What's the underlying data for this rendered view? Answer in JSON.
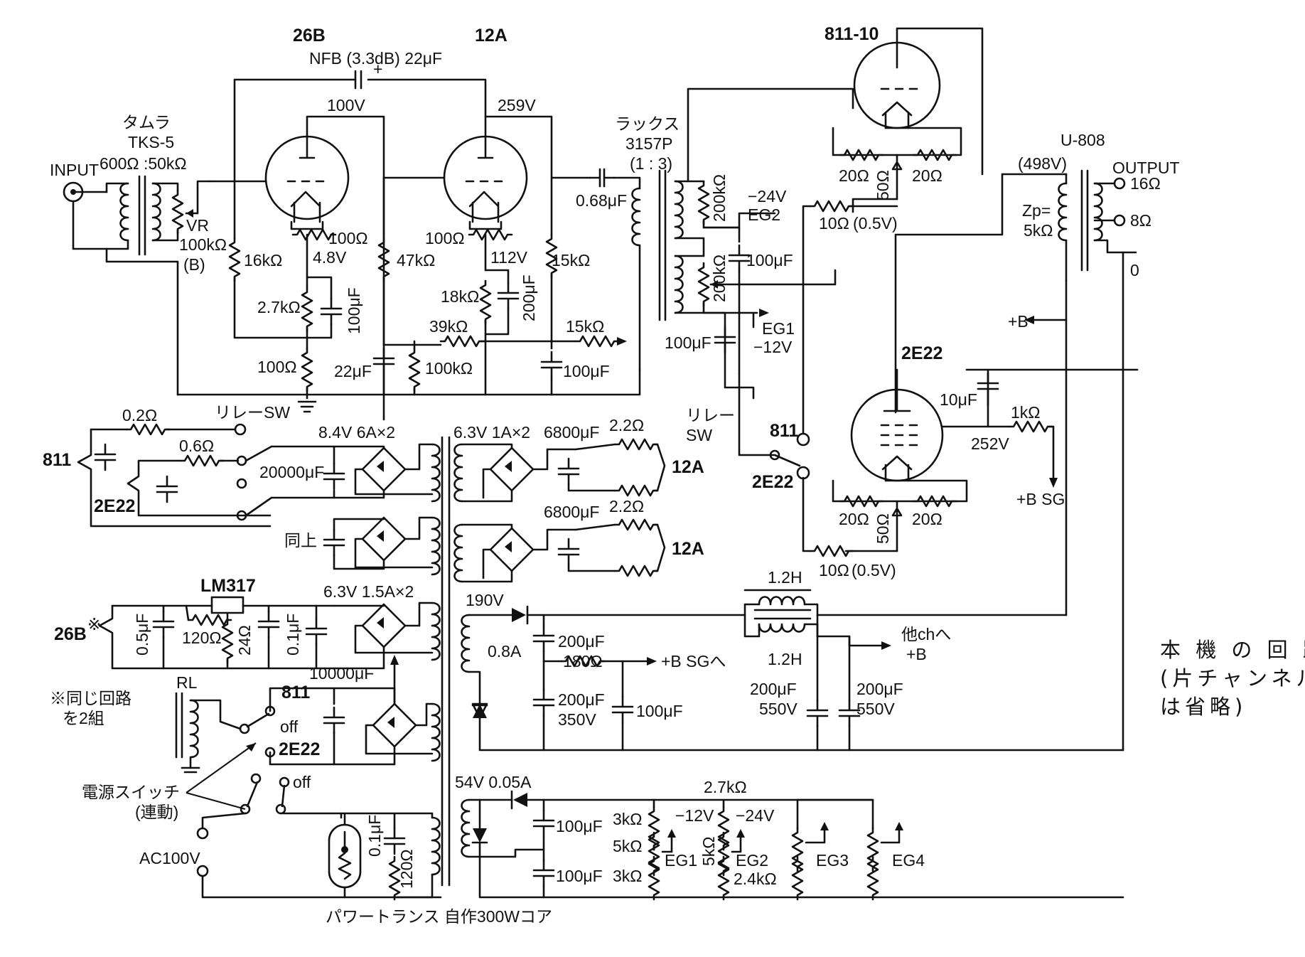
{
  "tubes": {
    "v1": "26B",
    "v2": "12A",
    "v3": "811-10",
    "v4": "2E22"
  },
  "transformers": {
    "input_maker": "タムラ",
    "input_model": "TKS-5",
    "input_ratio": "600Ω :50kΩ",
    "interstage_maker": "ラックス",
    "interstage_model": "3157P",
    "interstage_ratio": "(1 : 3)",
    "output_model": "U-808",
    "output_voltage": "(498V)",
    "output_zp": "Zp=",
    "output_zp_value": "5kΩ",
    "power": "パワートランス 自作300Wコア"
  },
  "io": {
    "input": "INPUT",
    "output": "OUTPUT",
    "tap16": "16Ω",
    "tap8": "8Ω",
    "tap0": "0",
    "ac": "AC100V",
    "power_switch": "電源スイッチ",
    "power_switch_sub": "(連動)",
    "off1": "off",
    "off2": "off",
    "relay_sw1": "リレーSW",
    "relay_sw2_a": "リレー",
    "relay_sw2_b": "SW",
    "rl": "RL"
  },
  "amp_labels": {
    "nfb": "NFB (3.3dB) 22μF",
    "v100": "100V",
    "v259": "259V",
    "vr": "VR",
    "vr_val": "100kΩ",
    "vr_b": "(B)",
    "r16k": "16kΩ",
    "r100_k1": "100Ω",
    "v48": "4.8V",
    "r27k": "2.7kΩ",
    "c100u_1": "100μF",
    "r100_gnd": "100Ω",
    "r47k": "47kΩ",
    "c22u": "22μF",
    "r100k": "100kΩ",
    "r39k": "39kΩ",
    "r100_k2": "100Ω",
    "v112": "112V",
    "r18k": "18kΩ",
    "c200u": "200μF",
    "r15k_plate": "15kΩ",
    "r15k": "15kΩ",
    "c100u_2": "100μF",
    "c068": "0.68μF",
    "r200k_1": "200kΩ",
    "r200k_2": "200kΩ",
    "m24": "−24V",
    "eg2": "EG2",
    "c100u_3": "100μF",
    "eg1": "EG1",
    "m12": "−12V",
    "c100u_4": "100μF",
    "r20_a": "20Ω",
    "r20_b": "20Ω",
    "r50_a": "50Ω",
    "r10_a": "10Ω",
    "v05_a": "(0.5V)",
    "plusb": "+B",
    "c10u": "10μF",
    "r1k": "1kΩ",
    "v252": "252V",
    "bsg": "+B SG",
    "sel811": "811",
    "sel2e22": "2E22",
    "r20_c": "20Ω",
    "r20_d": "20Ω",
    "r50_b": "50Ω",
    "r10_b": "10Ω",
    "v05_b": "(0.5V)"
  },
  "psu_labels": {
    "r02": "0.2Ω",
    "r06": "0.6Ω",
    "t811": "811",
    "t2e22": "2E22",
    "v84": "8.4V 6A×2",
    "c20000": "20000μF",
    "same": "同上",
    "v63a": "6.3V 1A×2",
    "c6800a": "6800μF",
    "r22a": "2.2Ω",
    "o12a_1": "12A",
    "c6800b": "6800μF",
    "r22b": "2.2Ω",
    "o12a_2": "12A",
    "lm317": "LM317",
    "o26b": "26B",
    "note_mark": "※",
    "c05": "0.5μF",
    "r120": "120Ω",
    "r24": "24Ω",
    "c01": "0.1μF",
    "v63b": "6.3V 1.5A×2",
    "c10000": "10000μF",
    "note_a": "※同じ回路",
    "note_b": "を2組",
    "relay_811": "811",
    "relay_2e22": "2E22",
    "v190": "190V",
    "a08": "0.8A",
    "c200_a": "200μF",
    "r180": "180Ω",
    "bsg_to": "+B SGへ",
    "c200_b": "200μF",
    "v350": "350V",
    "c100_p": "100μF",
    "ch1": "1.2H",
    "ch2": "1.2H",
    "other_ch": "他chへ",
    "other_b": "+B",
    "c200_c": "200μF",
    "v550_a": "550V",
    "c200_d": "200μF",
    "v550_b": "550V",
    "v54": "54V 0.05A",
    "c100_q": "100μF",
    "c100_r": "100μF",
    "r27k_bias": "2.7kΩ",
    "r3k_a": "3kΩ",
    "m12b": "−12V",
    "r5k_a": "5kΩ",
    "eg1b": "EG1",
    "r3k_b": "3kΩ",
    "r5k_b": "5kΩ",
    "m24b": "−24V",
    "eg2b": "EG2",
    "r24k": "2.4kΩ",
    "eg3": "EG3",
    "eg4": "EG4",
    "c01_b": "0.1μF",
    "r120_b": "120Ω"
  },
  "caption": {
    "line1": "本 機 の 回 路",
    "line2": "(片チャンネル",
    "line3": "は省略)"
  }
}
